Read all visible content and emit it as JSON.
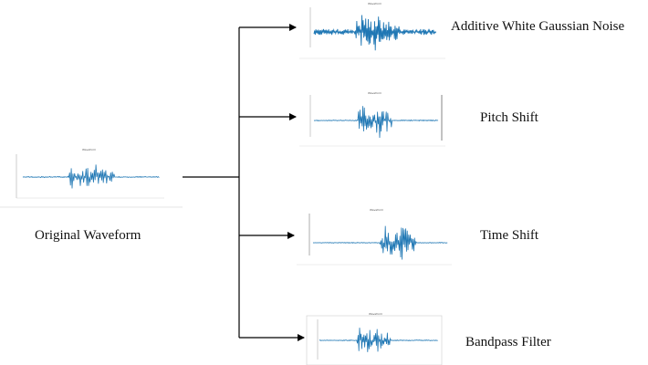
{
  "original": {
    "label": "Original Waveform",
    "plot_title": "Waveform"
  },
  "augmentations": [
    {
      "key": "awgn",
      "label": "Additive White Gaussian Noise",
      "plot_title": "Waveform"
    },
    {
      "key": "pitch",
      "label": "Pitch Shift",
      "plot_title": "Waveform"
    },
    {
      "key": "time",
      "label": "Time Shift",
      "plot_title": "Waveform"
    },
    {
      "key": "bandpass",
      "label": "Bandpass Filter",
      "plot_title": "Waveform"
    }
  ],
  "colors": {
    "waveform": "#1f77b4",
    "arrow": "#000000",
    "axis": "#888888"
  }
}
